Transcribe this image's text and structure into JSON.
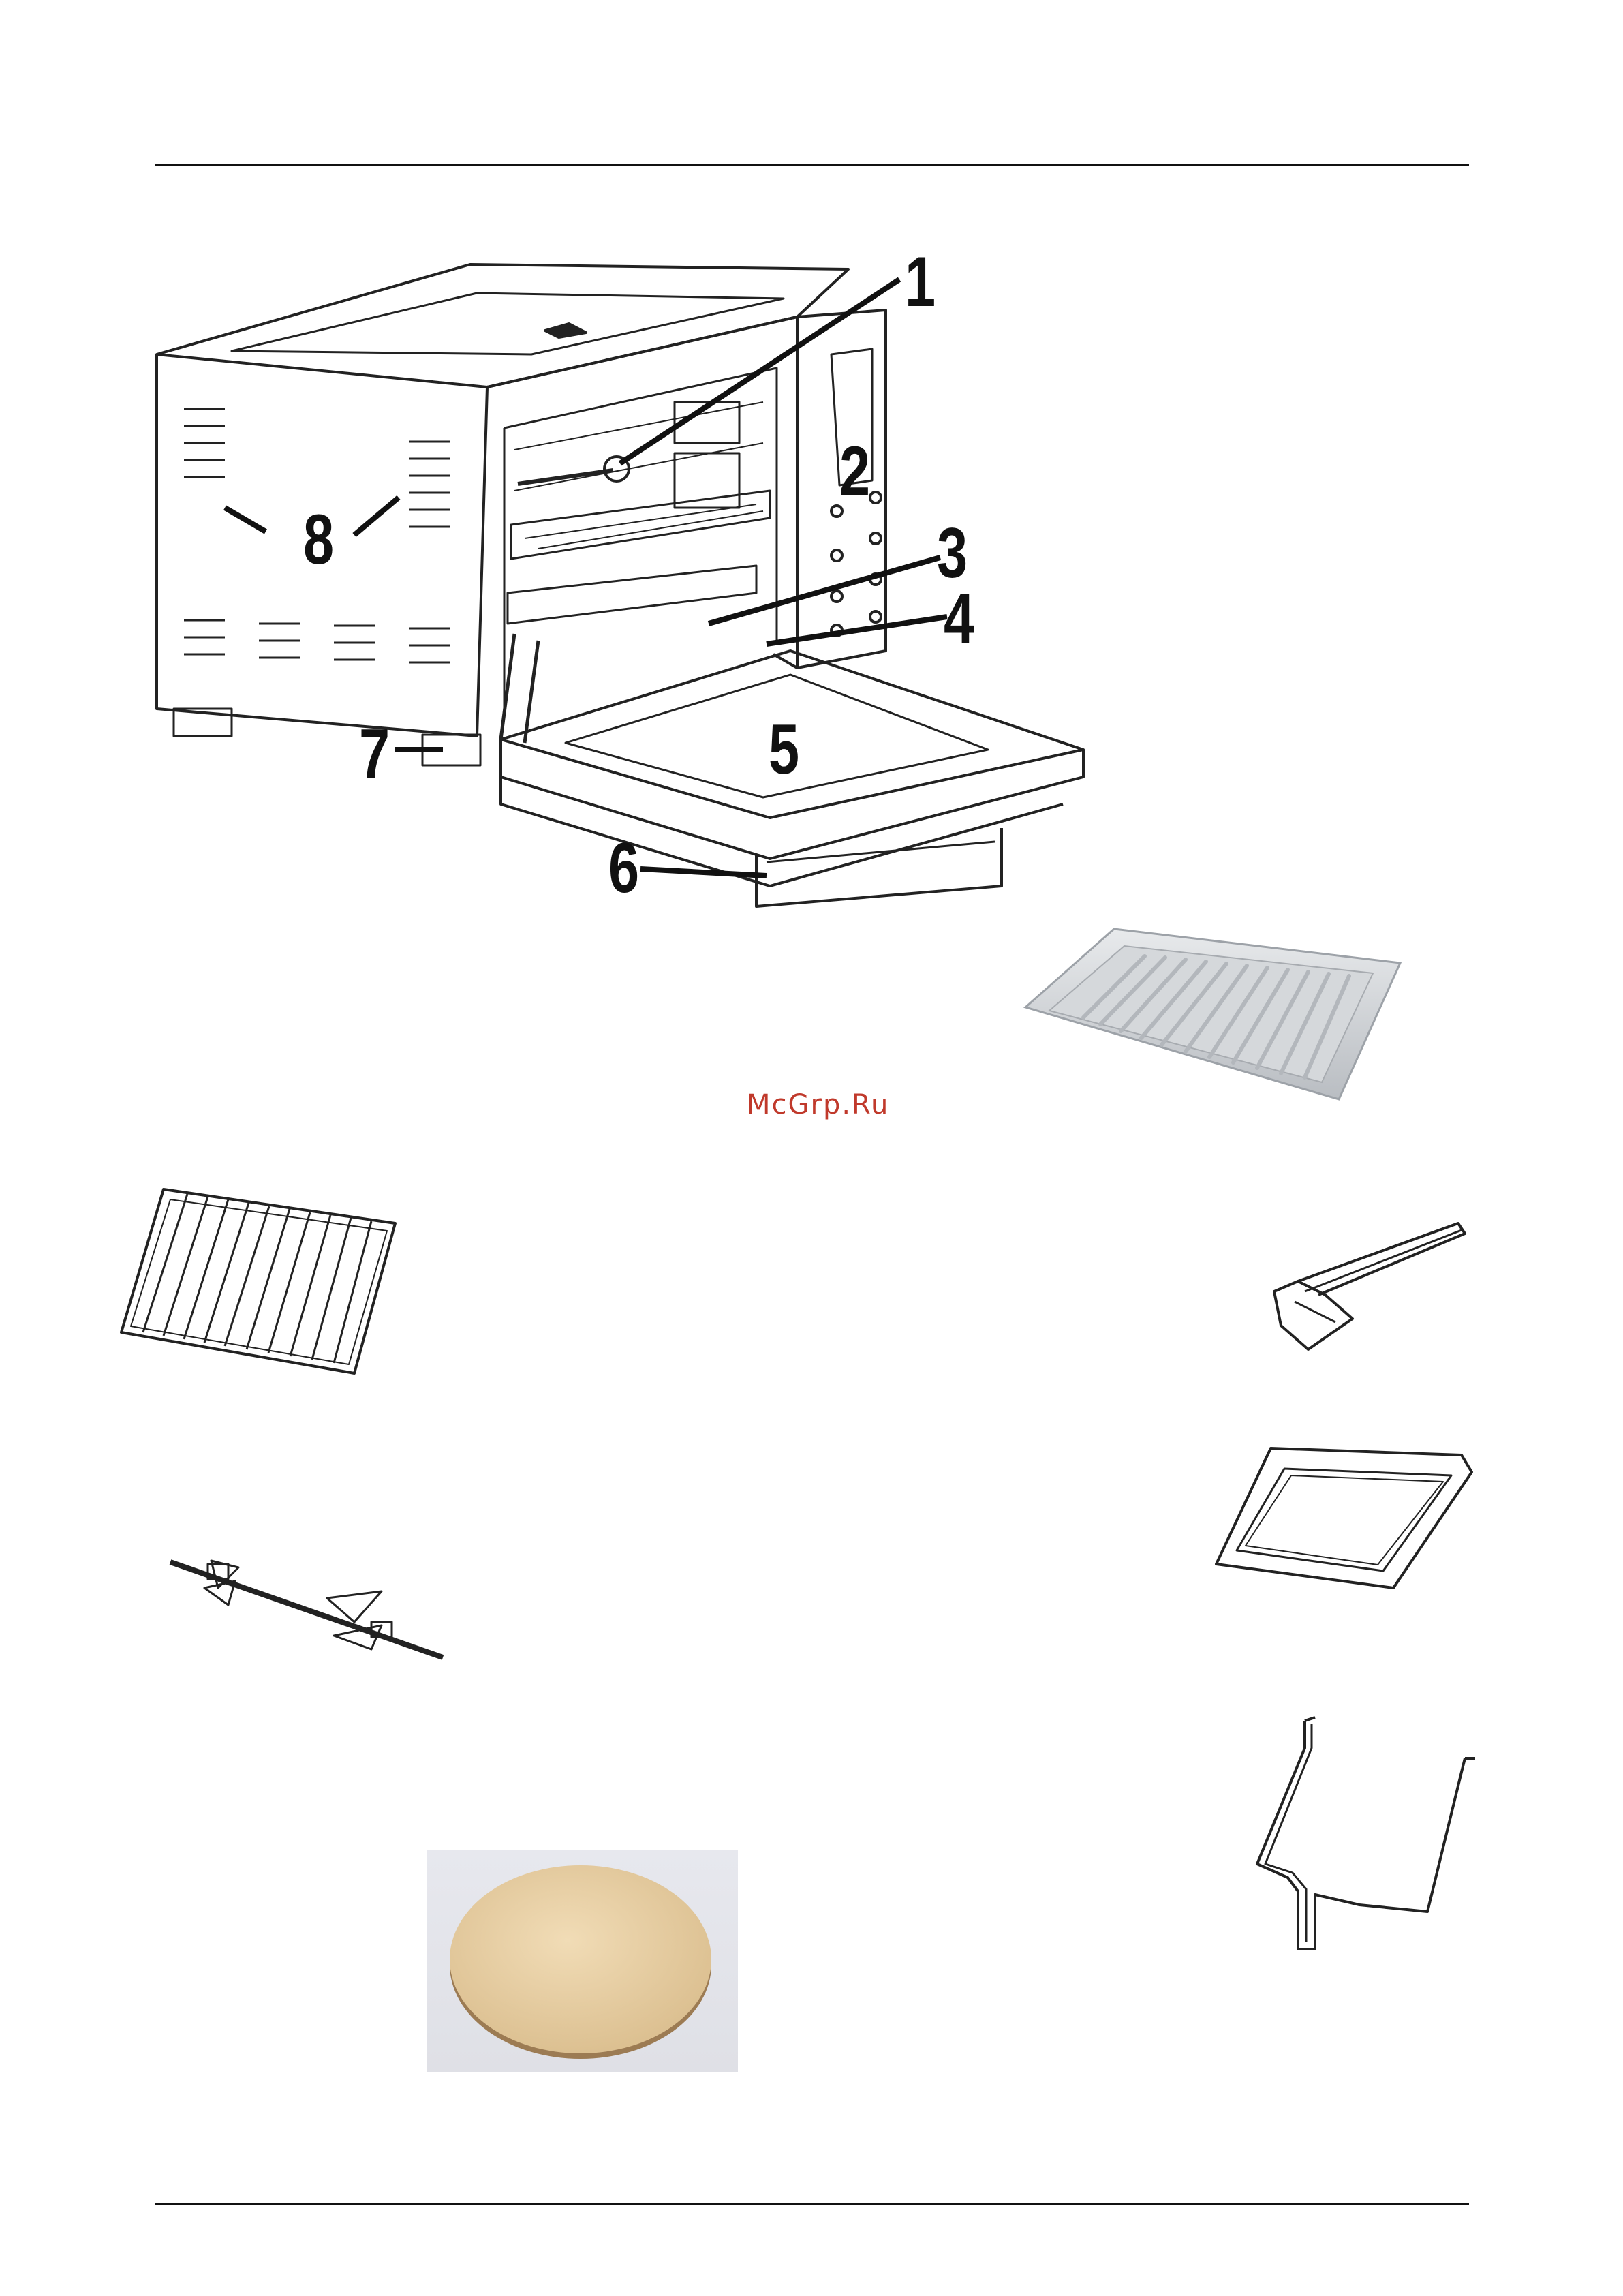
{
  "callouts": {
    "c1": "1",
    "c2": "2",
    "c3": "3",
    "c4": "4",
    "c5": "5",
    "c6": "6",
    "c7": "7",
    "c8": "8"
  },
  "watermark": "McGrp.Ru",
  "colors": {
    "rule": "#111111",
    "watermark": "#c0392b",
    "line_art": "#222222",
    "tray_metal": "#c9ccd0",
    "pizza_stone": "#ead2aa"
  },
  "icons": {
    "oven": "oven-line-drawing",
    "wire_rack": "wire-rack-icon",
    "rotisserie": "rotisserie-spit-icon",
    "pizza_stone": "pizza-stone-icon",
    "baking_tray": "baking-tray-icon",
    "tray_handle": "tray-handle-icon",
    "crumb_tray": "crumb-tray-icon",
    "rotisserie_fork": "rotisserie-lifter-icon"
  }
}
